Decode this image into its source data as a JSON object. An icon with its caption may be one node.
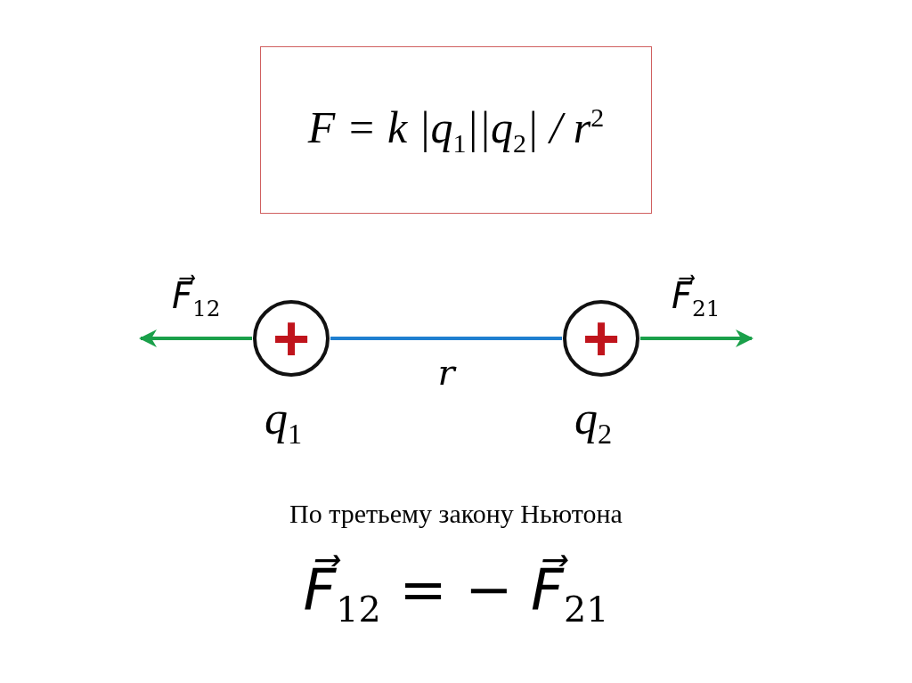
{
  "diagram": {
    "nodes": [
      {
        "text": [
          "F = k |q$_{1}$||q$_{2}$| / r$^{2}$"
        ]
      },
      {
        "text": [
          "+"
        ],
        "beside": [
          "q$_{1}$"
        ]
      },
      {
        "text": [
          "+"
        ],
        "beside": [
          "q$_{2}$"
        ]
      }
    ],
    "edges": [
      {
        "from": 1,
        "to": 2,
        "arrow": "none",
        "label": "r",
        "color": "#1f7fd0"
      },
      {
        "from": 1,
        "to": null,
        "arrow": "to",
        "label": "F⃗$_{12}$",
        "color": "#1aa04a"
      },
      {
        "from": 2,
        "to": null,
        "arrow": "to",
        "label": "F⃗$_{21}$",
        "color": "#1aa04a"
      }
    ],
    "labels": [
      "По третьему закону Ньютона",
      "F⃗$_{12}$ = − F⃗$_{21}$"
    ]
  }
}
